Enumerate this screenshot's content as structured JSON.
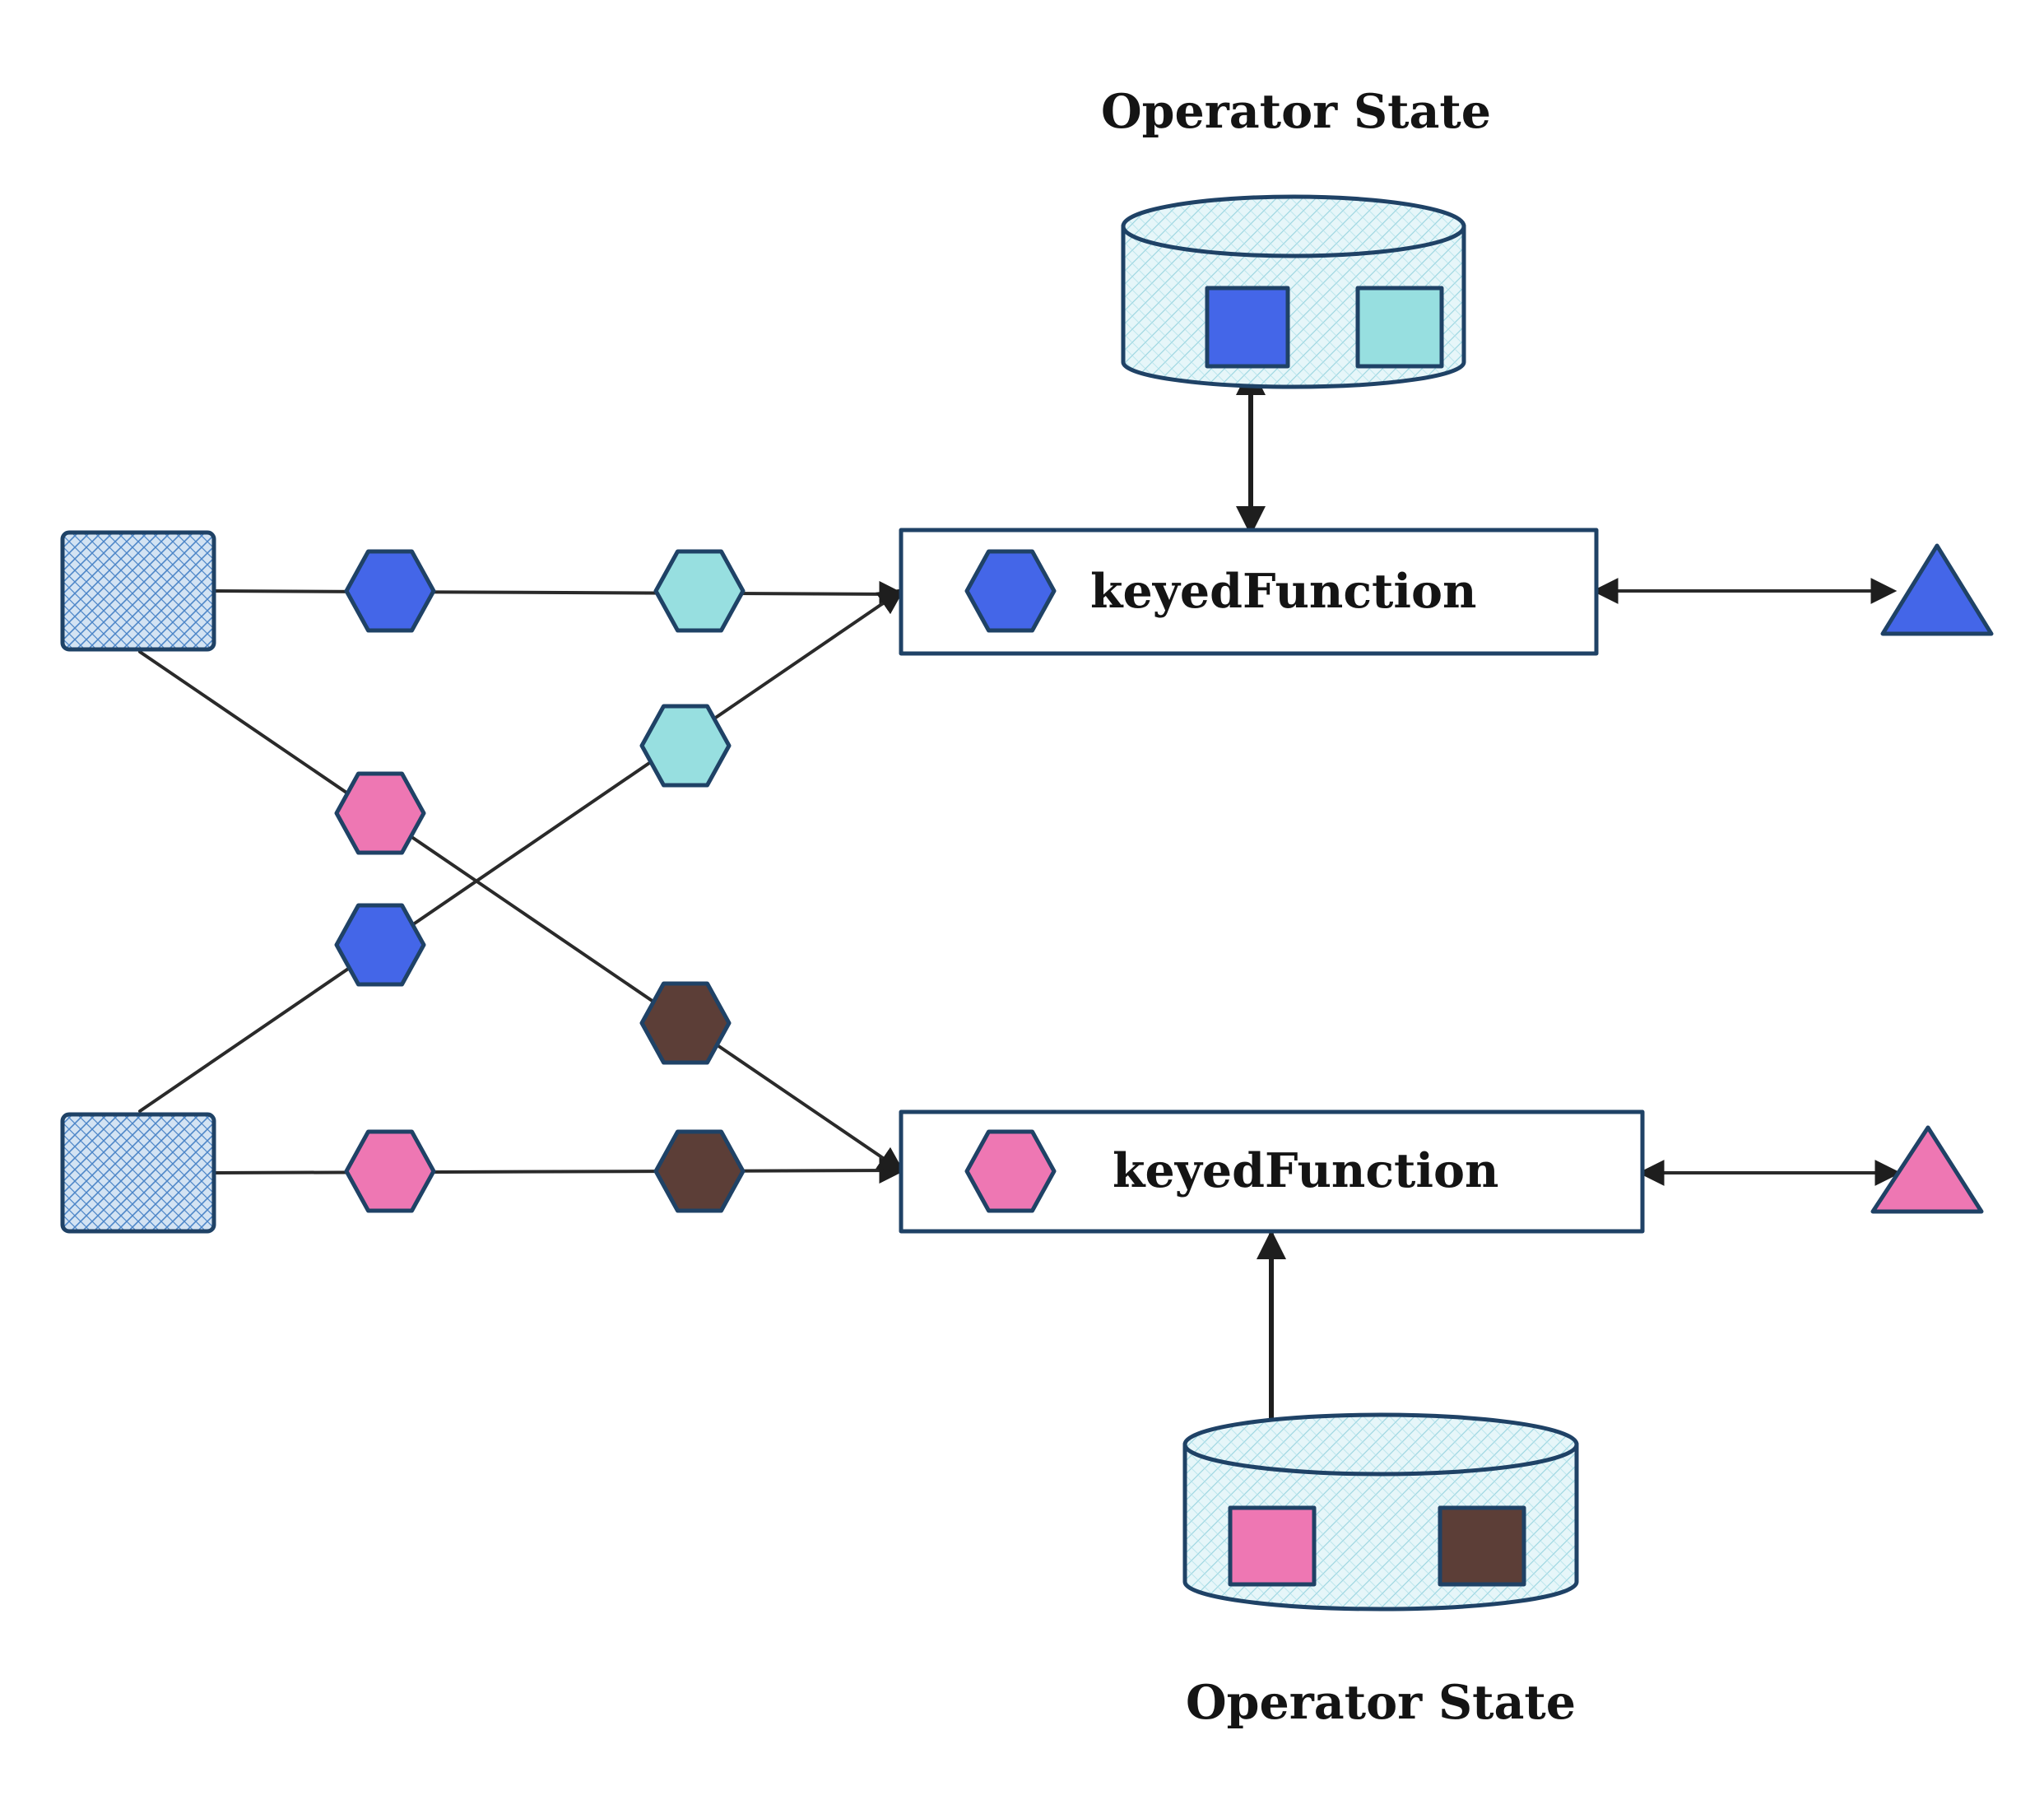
{
  "title": "",
  "colors": {
    "blue": "#4466e8",
    "cyan": "#97dfe0",
    "pink": "#ee77b3",
    "brown": "#5c3e37",
    "outline": "#1f4266",
    "cylinder_fill": "#e3f5f8",
    "source_fill": "#d3e3f3"
  },
  "state_top": {
    "label": "Operator State",
    "items": [
      "blue-square",
      "cyan-square"
    ]
  },
  "state_bottom": {
    "label": "Operator State",
    "items": [
      "pink-square",
      "brown-square"
    ]
  },
  "function_top": {
    "label": "keyedFunction",
    "key": "blue-hexagon",
    "output": "blue-triangle"
  },
  "function_bottom": {
    "label": "keyedFunction",
    "key": "pink-hexagon",
    "output": "pink-triangle"
  },
  "sources": [
    {
      "name": "source-top",
      "stream": [
        "blue-hexagon",
        "cyan-hexagon"
      ],
      "cross": [
        "pink-hexagon",
        "brown-hexagon"
      ]
    },
    {
      "name": "source-bottom",
      "stream": [
        "pink-hexagon",
        "brown-hexagon"
      ],
      "cross": [
        "blue-hexagon",
        "cyan-hexagon"
      ]
    }
  ]
}
